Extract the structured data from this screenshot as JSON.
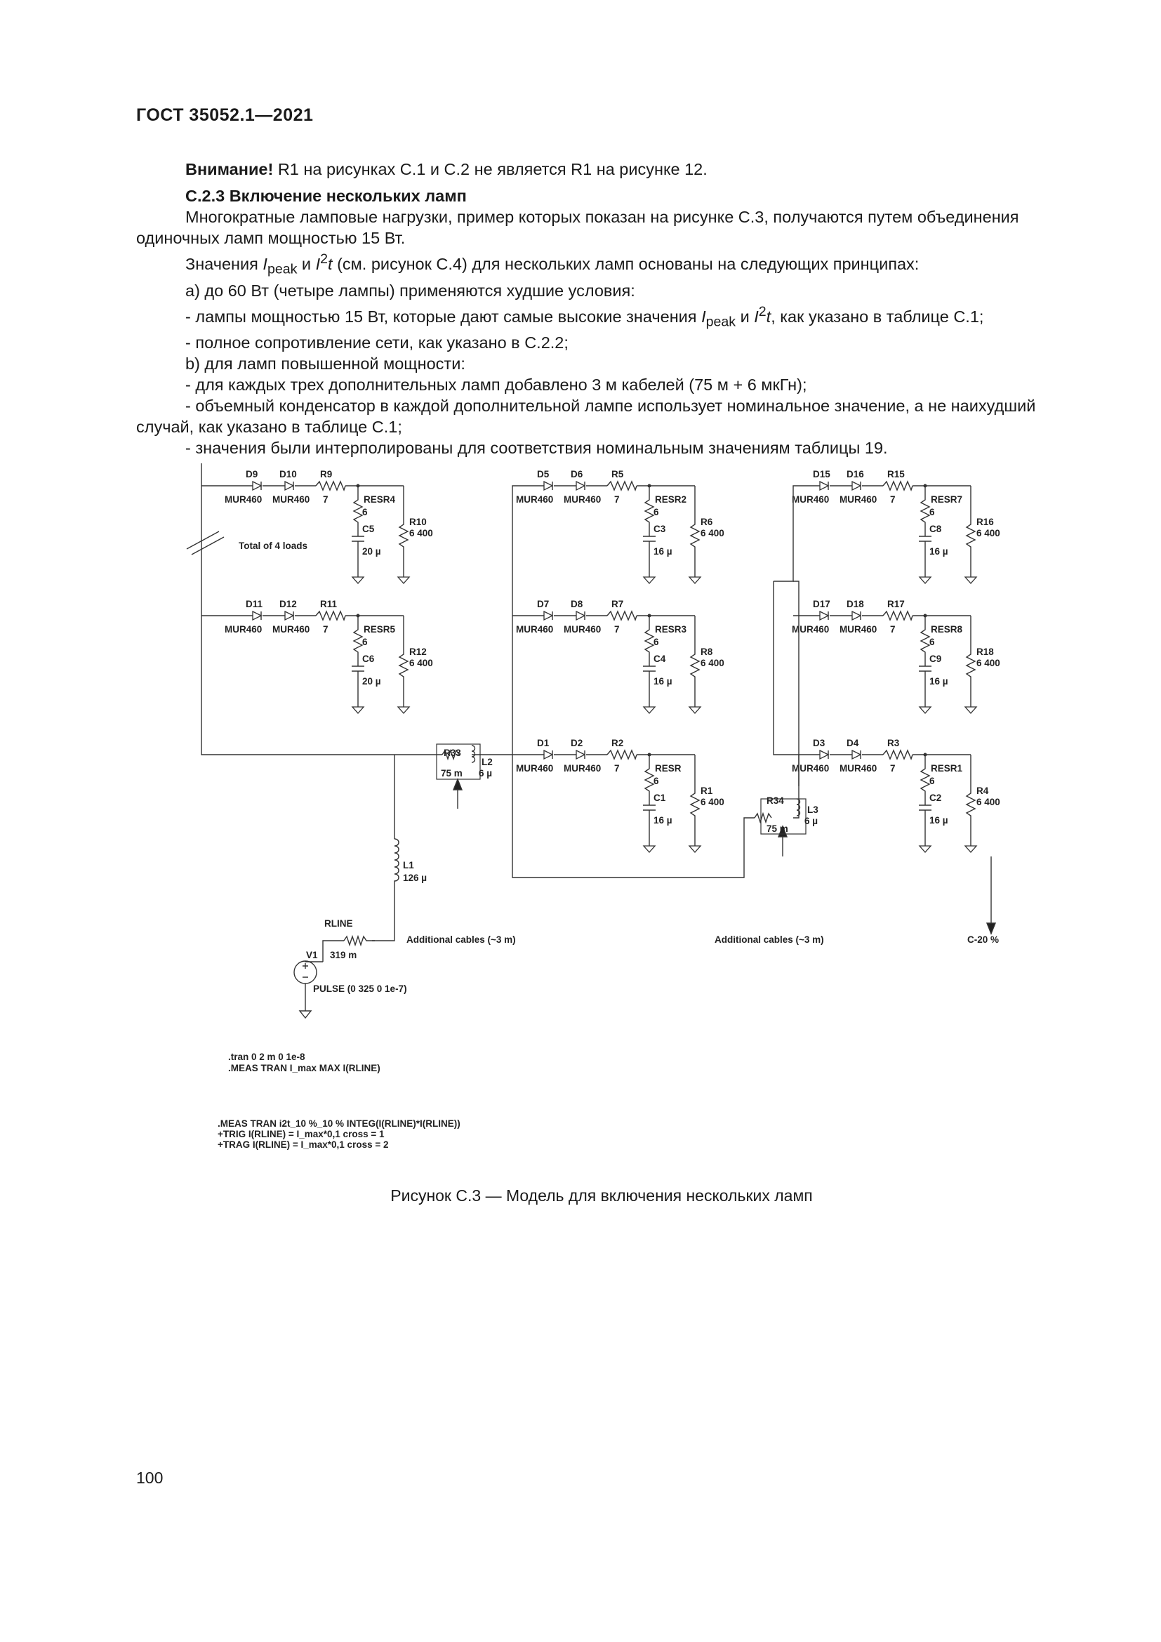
{
  "header": {
    "doc_id": "ГОСТ 35052.1—2021"
  },
  "body": {
    "warning_bold": "Внимание!",
    "warning_text": " R1 на рисунках С.1 и С.2 не является R1 на рисунке 12.",
    "section_heading": "С.2.3 Включение нескольких ламп",
    "para1": "Многократные ламповые нагрузки, пример которых показан на рисунке С.3, получаются путем объединения одиночных ламп мощностью 15 Вт.",
    "para2_a": "Значения ",
    "para2_ipeak_i": "I",
    "para2_ipeak_sub": "peak",
    "para2_and": " и ",
    "para2_i2t_i": "I",
    "para2_i2t_sup": "2",
    "para2_i2t_t": "t",
    "para2_b": " (см. рисунок С.4) для нескольких ламп основаны на следующих принципах:",
    "item_a": "a)  до 60 Вт (четыре лампы) применяются худшие условия:",
    "item_a1_pre": "-  лампы мощностью 15 Вт, которые дают самые высокие значения ",
    "item_a1_ipeak": "I",
    "item_a1_sub": "peak",
    "item_a1_and": " и ",
    "item_a1_i": "I",
    "item_a1_sup": "2",
    "item_a1_t": "t",
    "item_a1_post": ", как указано в таблице С.1;",
    "item_a2": "-  полное сопротивление сети, как указано в С.2.2;",
    "item_b": "b)  для ламп повышенной мощности:",
    "item_b1": "-  для каждых трех дополнительных ламп добавлено 3 м кабелей (75 м + 6 мкГн);",
    "item_b2": "-  объемный конденсатор в каждой дополнительной лампе использует номинальное значение, а не наихудший случай, как указано в таблице С.1;",
    "item_b3": "-  значения были интерполированы для соответствия номинальным значениям таблицы 19."
  },
  "schematic": {
    "lamps": [
      {
        "d1": "D9",
        "d2": "D10",
        "r": "R9",
        "resr": "RESR4",
        "c": "C5",
        "rl": "R10",
        "cval": "20 µ"
      },
      {
        "d1": "D11",
        "d2": "D12",
        "r": "R11",
        "resr": "RESR5",
        "c": "C6",
        "rl": "R12",
        "cval": "20 µ"
      },
      {
        "d1": "D5",
        "d2": "D6",
        "r": "R5",
        "resr": "RESR2",
        "c": "C3",
        "rl": "R6",
        "cval": "16 µ"
      },
      {
        "d1": "D7",
        "d2": "D8",
        "r": "R7",
        "resr": "RESR3",
        "c": "C4",
        "rl": "R8",
        "cval": "16 µ"
      },
      {
        "d1": "D1",
        "d2": "D2",
        "r": "R2",
        "resr": "RESR",
        "c": "C1",
        "rl": "R1",
        "cval": "16 µ"
      },
      {
        "d1": "D15",
        "d2": "D16",
        "r": "R15",
        "resr": "RESR7",
        "c": "C8",
        "rl": "R16",
        "cval": "16 µ"
      },
      {
        "d1": "D17",
        "d2": "D18",
        "r": "R17",
        "resr": "RESR8",
        "c": "C9",
        "rl": "R18",
        "cval": "16 µ"
      },
      {
        "d1": "D3",
        "d2": "D4",
        "r": "R3",
        "resr": "RESR1",
        "c": "C2",
        "rl": "R4",
        "cval": "16 µ"
      }
    ],
    "diode_model": "MUR460",
    "r_series_val": "7",
    "resr_val": "6",
    "rload_val": "6 400",
    "total_loads": "Total of 4 loads",
    "cable1": {
      "r": "R33",
      "r_val": "75 m",
      "l": "L2",
      "l_val": "6 µ"
    },
    "cable2": {
      "r": "R34",
      "r_val": "75 m",
      "l": "L3",
      "l_val": "6 µ"
    },
    "l1": {
      "name": "L1",
      "val": "126 µ"
    },
    "rline": {
      "name": "RLINE",
      "val": "319 m"
    },
    "v1": {
      "name": "V1",
      "pulse": "PULSE (0 325 0 1e-7)"
    },
    "additional_cables": "Additional cables (~3 m)",
    "out_label": "C-20 %",
    "spice1": ".tran 0 2 m 0 1e-8",
    "spice2": ".MEAS TRAN I_max MAX I(RLINE)",
    "spice3": ".MEAS TRAN i2t_10 %_10 % INTEG(I(RLINE)*I(RLINE))",
    "spice4": "+TRIG I(RLINE) = I_max*0,1 cross = 1",
    "spice5": "+TRAG I(RLINE) = I_max*0,1 cross = 2"
  },
  "caption": "Рисунок С.3 — Модель для включения нескольких ламп",
  "page_number": "100"
}
